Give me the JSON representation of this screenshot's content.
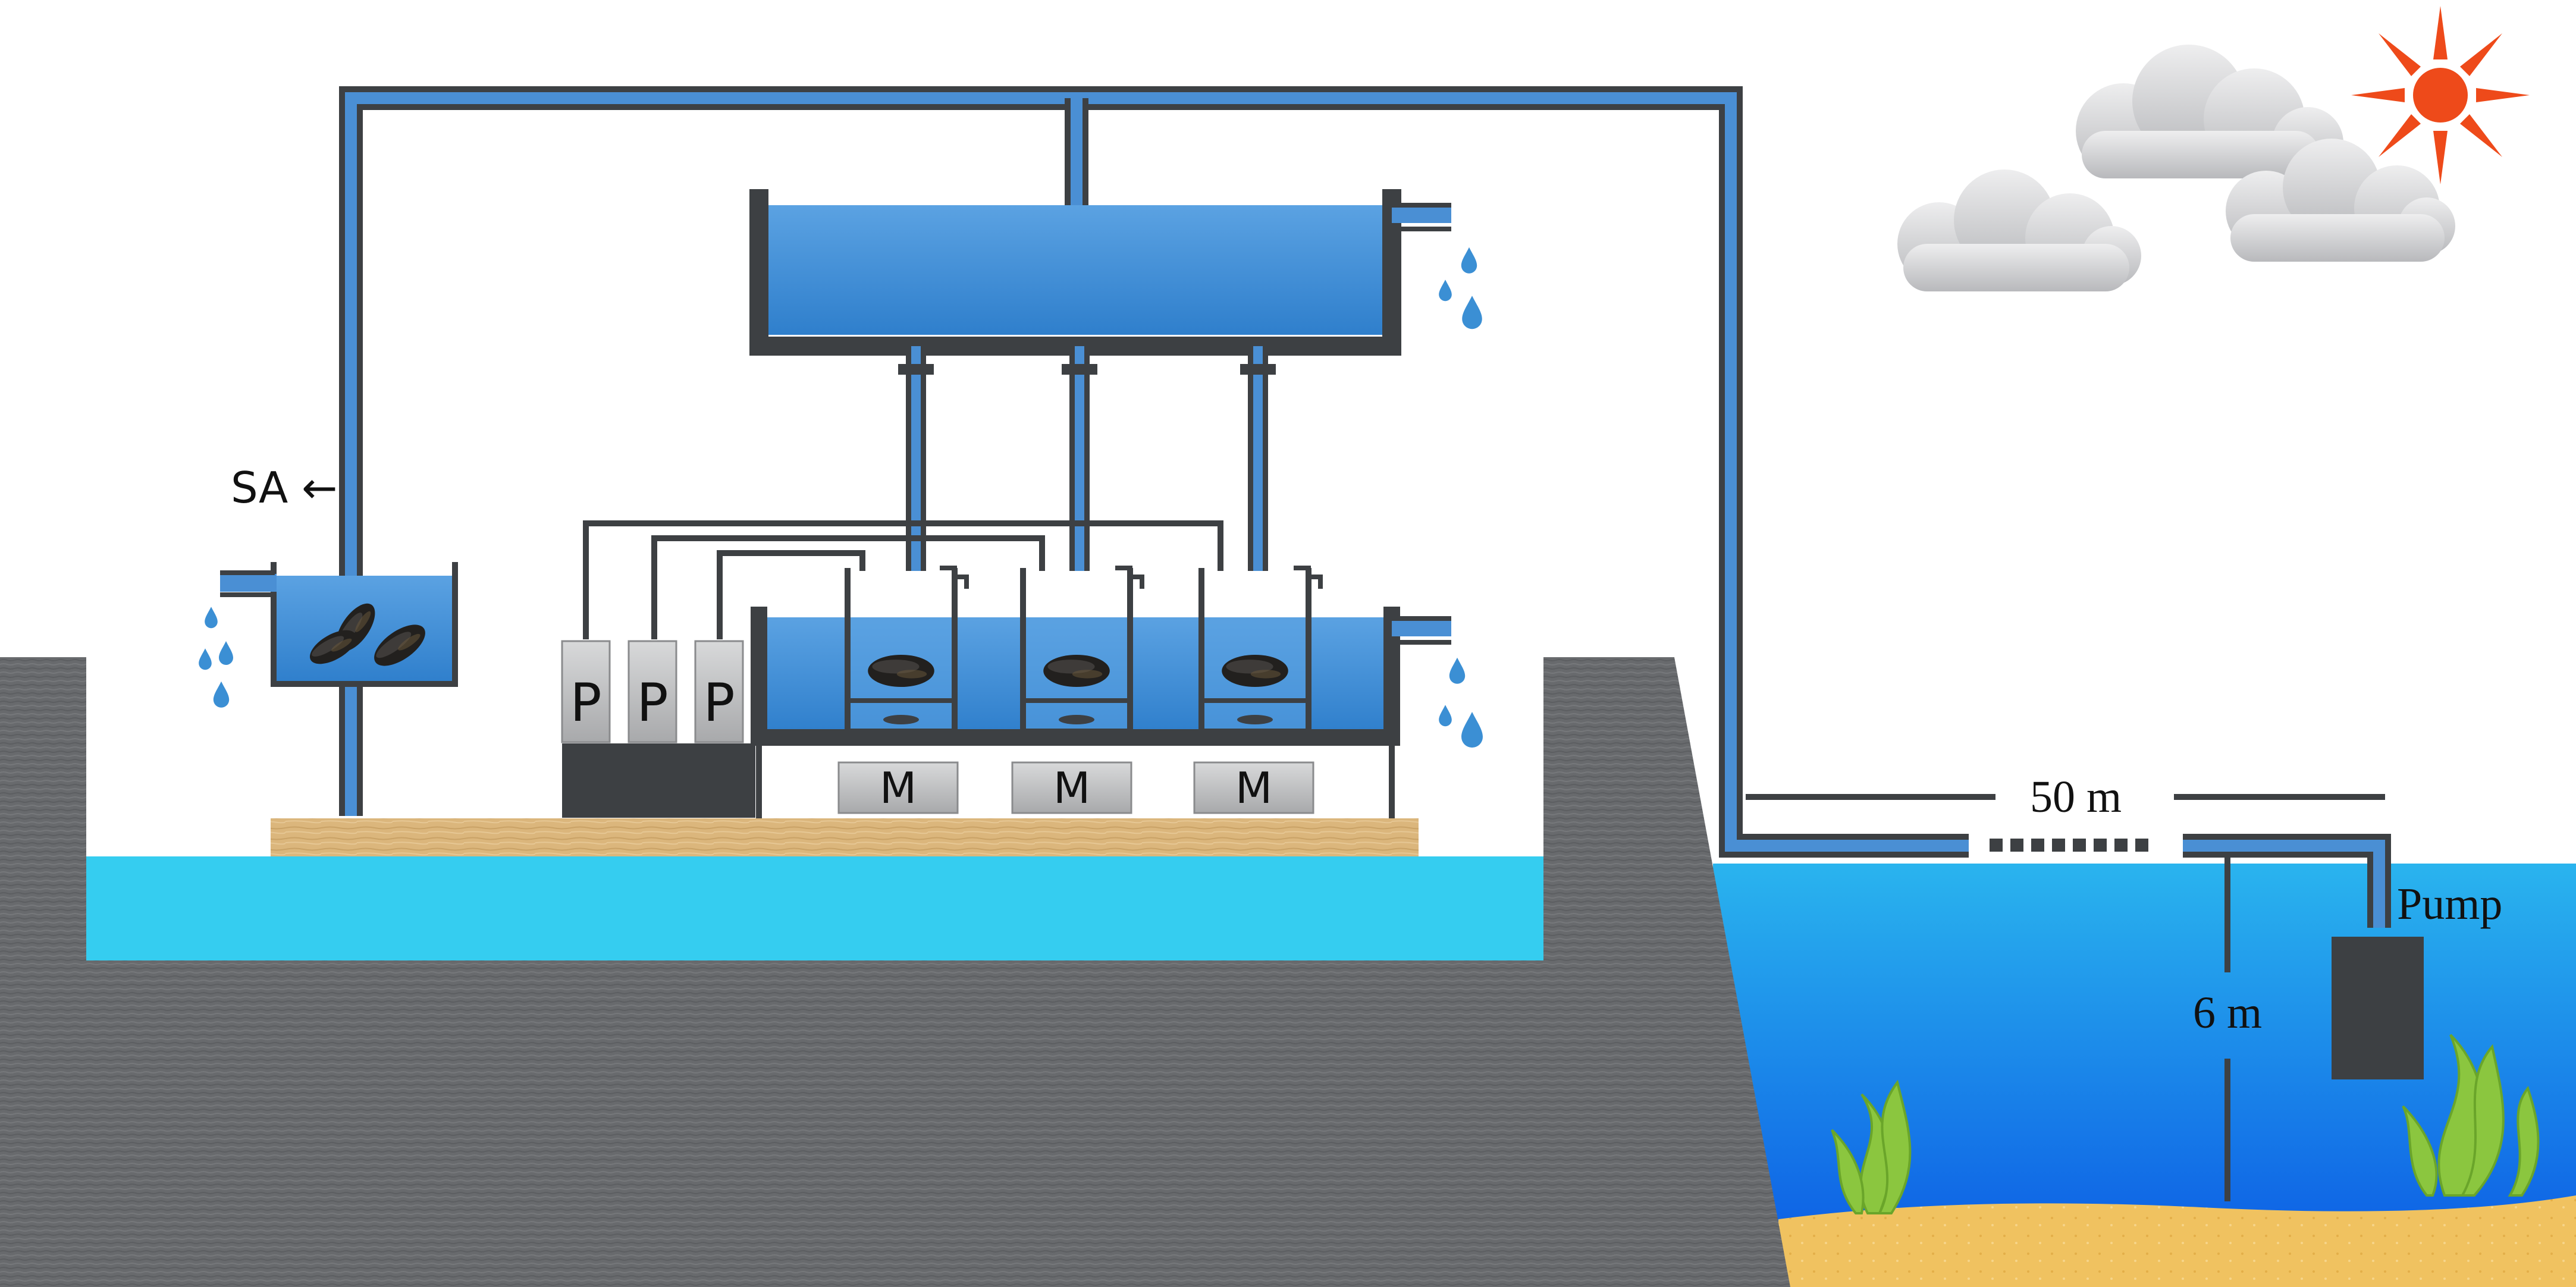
{
  "labels": {
    "sa": "SA ←",
    "pump_box": "P",
    "motor_box": "M",
    "distance": "50 m",
    "depth": "6 m",
    "pump": "Pump"
  },
  "colors": {
    "pipe": "#4a8fd4",
    "pipe_wall": "#3d4043",
    "tank_water": "#4a90d9",
    "pool_water": "#35cdf0",
    "sea_top": "#2ab4ee",
    "sea_bottom": "#0a56e4",
    "concrete": "#6a6c6f",
    "platform": "#dcb87e",
    "sand": "#f0c260",
    "sun": "#ee4a1a",
    "cloud": "#d4d5d7",
    "seaweed": "#8bc63f",
    "droplet": "#3b8fd4",
    "mussel": "#22201e"
  },
  "icons": [
    "sun-icon",
    "cloud-icon",
    "mussel-icon",
    "droplet-icon",
    "seaweed-icon"
  ]
}
